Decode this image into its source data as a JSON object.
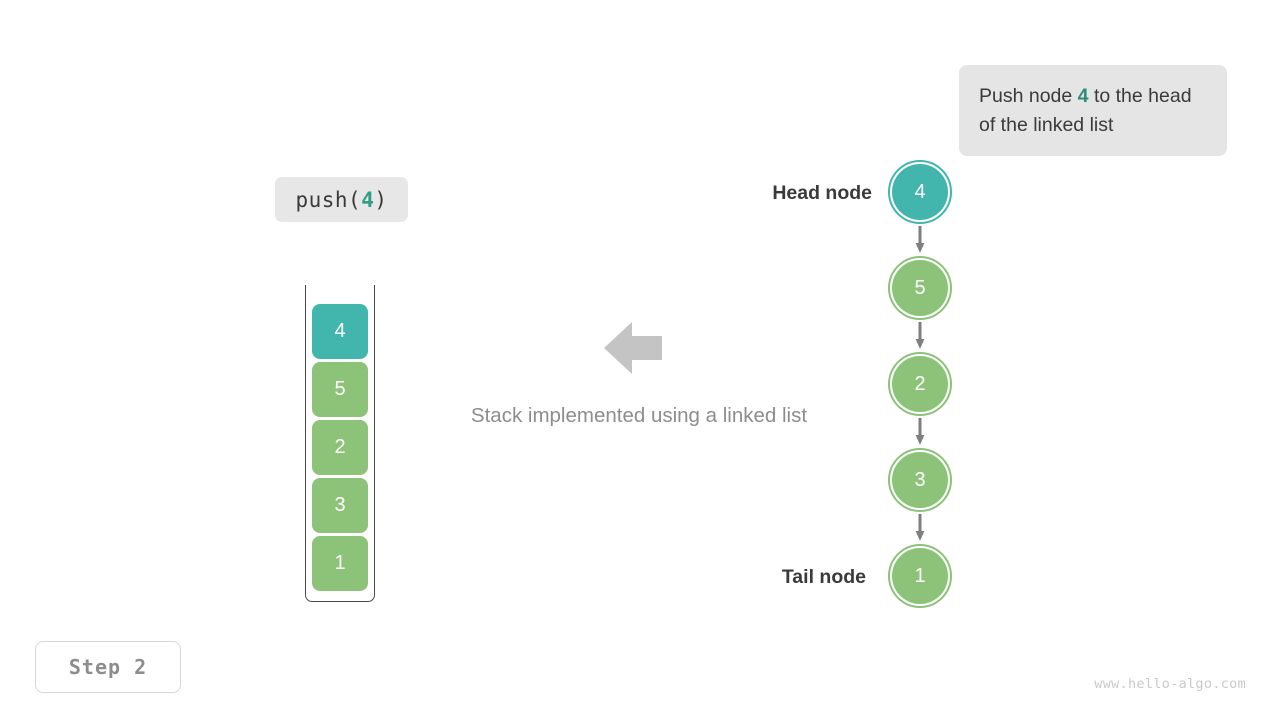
{
  "callout": {
    "text_before": "Push node ",
    "highlight": "4",
    "text_after": " to the head of the linked list"
  },
  "operation_label": {
    "prefix": "push(",
    "value": "4",
    "suffix": ")"
  },
  "stack": {
    "cells": [
      {
        "value": "4",
        "color": "#42b5ad",
        "variant": "teal"
      },
      {
        "value": "5",
        "color": "#8cc378",
        "variant": "green"
      },
      {
        "value": "2",
        "color": "#8cc378",
        "variant": "green"
      },
      {
        "value": "3",
        "color": "#8cc378",
        "variant": "green"
      },
      {
        "value": "1",
        "color": "#8cc378",
        "variant": "green"
      }
    ]
  },
  "center": {
    "arrow_direction": "left",
    "arrow_color": "#c4c4c4",
    "caption": "Stack implemented using a linked list"
  },
  "linked_list": {
    "head_label": "Head node",
    "tail_label": "Tail node",
    "nodes": [
      {
        "value": "4",
        "color": "#42b5ad",
        "variant": "teal"
      },
      {
        "value": "5",
        "color": "#8cc378",
        "variant": "green"
      },
      {
        "value": "2",
        "color": "#8cc378",
        "variant": "green"
      },
      {
        "value": "3",
        "color": "#8cc378",
        "variant": "green"
      },
      {
        "value": "1",
        "color": "#8cc378",
        "variant": "green"
      }
    ],
    "connector_color": "#7f7f7f"
  },
  "step_badge": "Step 2",
  "watermark": "www.hello-algo.com",
  "colors": {
    "accent_teal": "#42b5ad",
    "accent_green": "#8cc378",
    "highlight_text": "#2e8b7a",
    "muted_text": "#8d8d8d",
    "dark_text": "#3a3a3a",
    "callout_bg": "#e5e5e5"
  }
}
